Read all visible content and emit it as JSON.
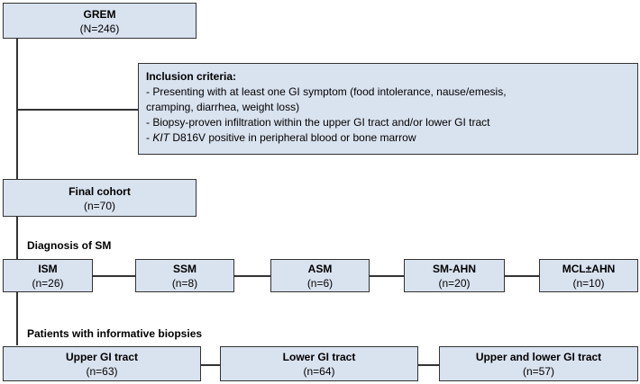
{
  "grem": {
    "title": "GREM",
    "count": "(N=246)"
  },
  "criteria": {
    "title": "Inclusion criteria:",
    "items": [
      "- Presenting with at least one GI symptom (food intolerance, nause/emesis,",
      "cramping, diarrhea, weight loss)",
      "- Biopsy-proven infiltration within the upper GI tract and/or lower GI tract"
    ],
    "kit_prefix": "- ",
    "kit_gene": "KIT",
    "kit_rest": " D816V positive in peripheral blood or bone marrow"
  },
  "final": {
    "title": "Final cohort",
    "count": "(n=70)"
  },
  "diagnosis_heading": "Diagnosis of SM",
  "diagnosis": [
    {
      "title": "ISM",
      "count": "(n=26)"
    },
    {
      "title": "SSM",
      "count": "(n=8)"
    },
    {
      "title": "ASM",
      "count": "(n=6)"
    },
    {
      "title": "SM-AHN",
      "count": "(n=20)"
    },
    {
      "title": "MCL±AHN",
      "count": "(n=10)"
    }
  ],
  "biopsy_heading": "Patients with informative biopsies",
  "biopsies": [
    {
      "title": "Upper GI tract",
      "count": "(n=63)"
    },
    {
      "title": "Lower GI tract",
      "count": "(n=64)"
    },
    {
      "title": "Upper and lower GI tract",
      "count": "(n=57)"
    }
  ]
}
